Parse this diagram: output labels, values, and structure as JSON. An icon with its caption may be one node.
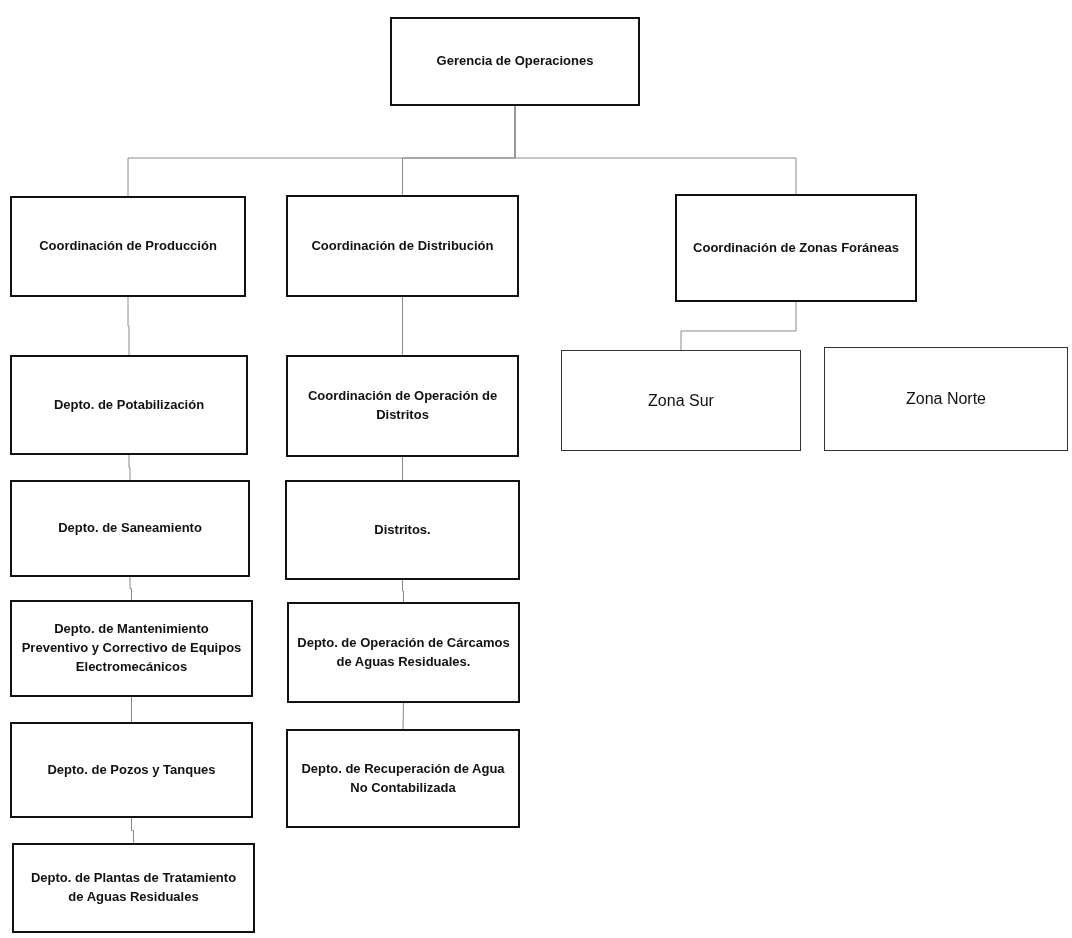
{
  "diagram": {
    "nodes": [
      {
        "text": [
          "Gerencia de Operaciones"
        ]
      },
      {
        "text": [
          "Coordinación de Producción"
        ]
      },
      {
        "text": [
          "Coordinación de Distribución"
        ]
      },
      {
        "text": [
          "Coordinación de Zonas Foráneas"
        ]
      },
      {
        "text": [
          "Zona Sur"
        ]
      },
      {
        "text": [
          "Zona Norte"
        ]
      },
      {
        "text": [
          "Depto. de Potabilización"
        ]
      },
      {
        "text": [
          "Depto. de Saneamiento"
        ]
      },
      {
        "text": [
          "Depto. de Mantenimiento Preventivo y Correctivo de Equipos Electromecánicos"
        ]
      },
      {
        "text": [
          "Depto. de Pozos y Tanques"
        ]
      },
      {
        "text": [
          "Depto. de Plantas de Tratamiento de Aguas Residuales"
        ]
      },
      {
        "text": [
          "Coordinación de Operación de Distritos"
        ]
      },
      {
        "text": [
          "Distritos."
        ]
      },
      {
        "text": [
          "Depto. de Operación de Cárcamos de Aguas Residuales."
        ]
      },
      {
        "text": [
          "Depto. de Recuperación de Agua No Contabilizada"
        ]
      }
    ],
    "edges": [
      {
        "from": 0,
        "to": 1,
        "arrow": "none"
      },
      {
        "from": 0,
        "to": 2,
        "arrow": "none"
      },
      {
        "from": 0,
        "to": 3,
        "arrow": "none"
      },
      {
        "from": 3,
        "to": 4,
        "arrow": "none"
      },
      {
        "from": 1,
        "to": 6,
        "arrow": "none"
      },
      {
        "from": 6,
        "to": 7,
        "arrow": "none"
      },
      {
        "from": 7,
        "to": 8,
        "arrow": "none"
      },
      {
        "from": 8,
        "to": 9,
        "arrow": "none"
      },
      {
        "from": 9,
        "to": 10,
        "arrow": "none"
      },
      {
        "from": 2,
        "to": 11,
        "arrow": "none"
      },
      {
        "from": 11,
        "to": 12,
        "arrow": "none"
      },
      {
        "from": 12,
        "to": 13,
        "arrow": "none"
      },
      {
        "from": 13,
        "to": 14,
        "arrow": "none"
      }
    ]
  }
}
